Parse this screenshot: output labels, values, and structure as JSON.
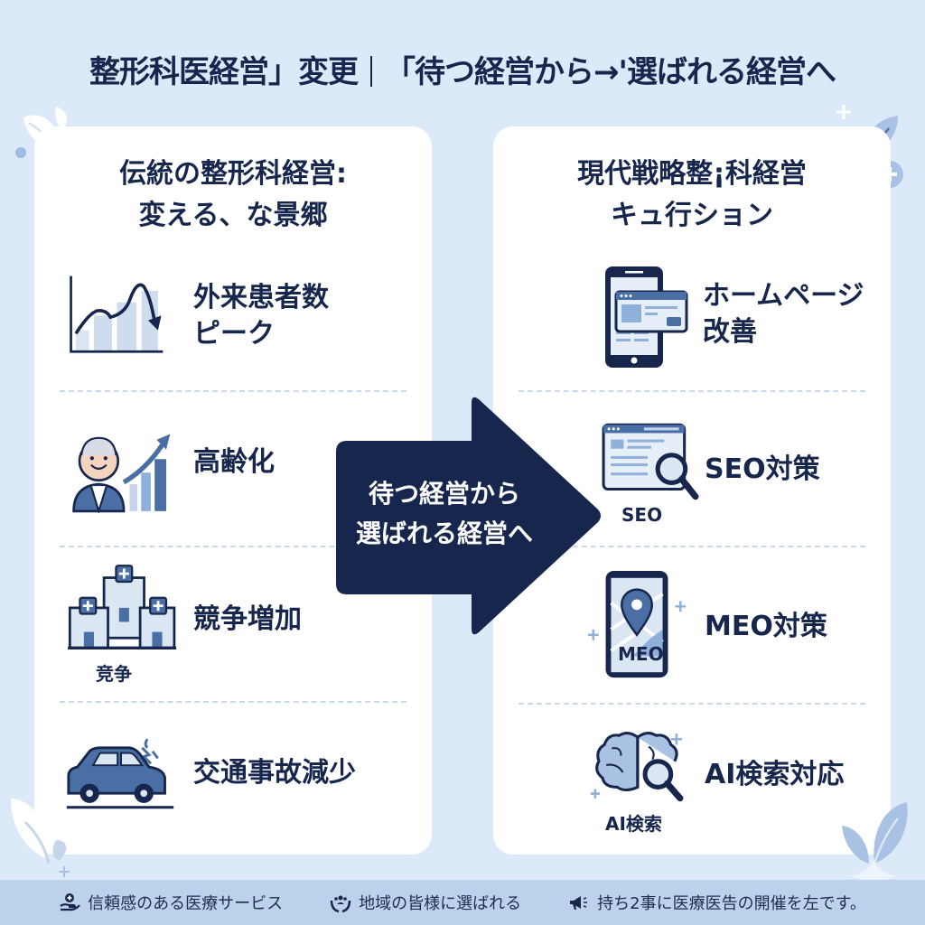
{
  "title": {
    "left": "整形科医経営」変更",
    "right": "「待つ経営から→'選ばれる経営へ"
  },
  "left_panel": {
    "heading_line1": "伝統の整形科経営:",
    "heading_line2": "変える、な景郷",
    "items": [
      {
        "icon": "chart-peak-decline-icon",
        "label_line1": "外来患者数",
        "label_line2": "ピーク"
      },
      {
        "icon": "elderly-person-rising-chart-icon",
        "label_line1": "高齢化",
        "label_line2": ""
      },
      {
        "icon": "hospitals-competition-icon",
        "label_line1": "競争増加",
        "label_line2": "",
        "icon_caption": "竞争"
      },
      {
        "icon": "car-accident-icon",
        "label_line1": "交通事故減少",
        "label_line2": ""
      }
    ]
  },
  "arrow": {
    "line1": "待つ経営から",
    "line2": "選ばれる経営へ"
  },
  "right_panel": {
    "heading_line1": "現代戦略整¡科経営",
    "heading_line2": "キュ行ション",
    "items": [
      {
        "icon": "smartphone-webpage-icon",
        "label_line1": "ホームページ",
        "label_line2": "改善"
      },
      {
        "icon": "seo-magnifier-icon",
        "label_line1": "SEO対策",
        "label_line2": "",
        "icon_caption": "SEO"
      },
      {
        "icon": "map-pin-phone-icon",
        "label_line1": "MEO対策",
        "label_line2": "",
        "icon_caption": "MEO"
      },
      {
        "icon": "ai-brain-search-icon",
        "label_line1": "AI検索対応",
        "label_line2": "",
        "icon_caption": "AI検索"
      }
    ]
  },
  "footer": {
    "items": [
      {
        "icon": "hand-care-icon",
        "label": "信頼感のある医療サービス"
      },
      {
        "icon": "community-hands-icon",
        "label": "地域の皆様に選ばれる"
      },
      {
        "icon": "megaphone-icon",
        "label": "持ち2事に医療医告の開催を左です。"
      }
    ]
  },
  "colors": {
    "background": "#dbe9f8",
    "panel": "#ffffff",
    "navy": "#17264d",
    "accent_blue": "#4a6fa5",
    "light_blue": "#a9c2e3",
    "footer": "#bcd2ea"
  }
}
